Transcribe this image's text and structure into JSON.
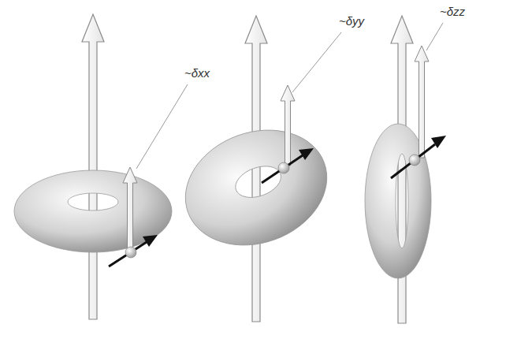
{
  "diagram": {
    "labels": [
      "~δxx",
      "~δyy",
      "~δzz"
    ]
  }
}
